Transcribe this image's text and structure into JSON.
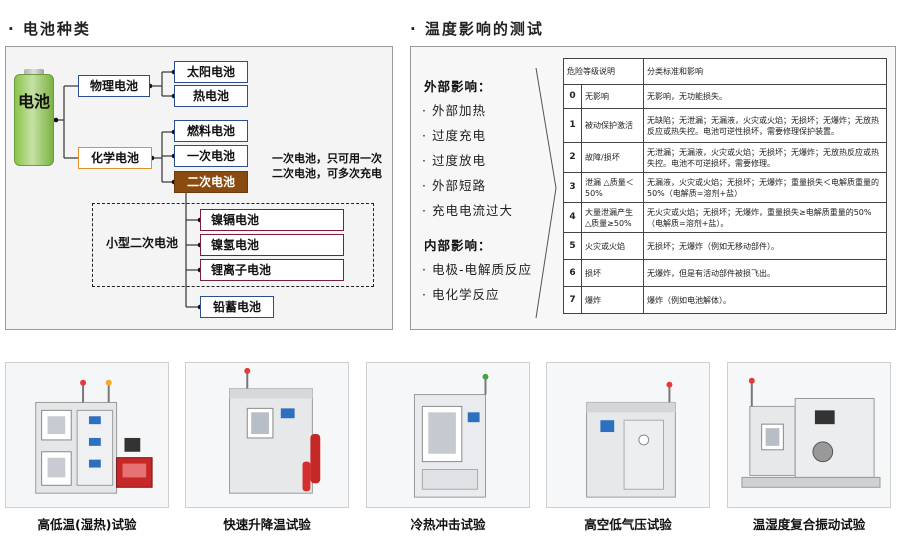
{
  "left_section": {
    "title": "· 电池种类",
    "battery_label": "电池",
    "physical": {
      "label": "物理电池",
      "children": [
        "太阳电池",
        "热电池"
      ]
    },
    "chemical": {
      "label": "化学电池",
      "children": [
        "燃料电池",
        "一次电池",
        "二次电池"
      ]
    },
    "notes": [
      "一次电池，只可用一次",
      "二次电池，可多次充电"
    ],
    "small_group_label": "小型二次电池",
    "small_items": [
      "镍镉电池",
      "镍氢电池",
      "锂离子电池"
    ],
    "lead_acid": "铅蓄电池"
  },
  "right_section": {
    "title": "· 温度影响的测试",
    "external_title": "外部影响：",
    "external_items": [
      "· 外部加热",
      "· 过度充电",
      "· 过度放电",
      "· 外部短路",
      "· 充电电流过大"
    ],
    "internal_title": "内部影响：",
    "internal_items": [
      "· 电极-电解质反应",
      "· 电化学反应"
    ],
    "table": {
      "headers": [
        "危险等级说明",
        "分类标准和影响"
      ],
      "rows": [
        {
          "level": "0",
          "name": "无影响",
          "desc": "无影响，无功能损失。"
        },
        {
          "level": "1",
          "name": "被动保护激活",
          "desc": "无缺陷；无泄漏；无漏液，火灾或火焰；无损坏；无爆炸；无放热反应或热失控。电池可逆性损坏，需要修理保护装置。"
        },
        {
          "level": "2",
          "name": "故障/损坏",
          "desc": "无泄漏；无漏液，火灾或火焰；无损坏；无爆炸；无放热反应或热失控。电池不可逆损坏，需要修理。"
        },
        {
          "level": "3",
          "name": "泄漏 △质量＜50%",
          "desc": "无漏液，火灾或火焰；无损坏；无爆炸；重量损失＜电解质重量的50%（电解质=溶剂+盐）"
        },
        {
          "level": "4",
          "name": "大量泄漏产生 △质量≥50%",
          "desc": "无火灾或火焰；无损坏；无爆炸，重量损失≥电解质重量的50%（电解质=溶剂+盐）。"
        },
        {
          "level": "5",
          "name": "火灾或火焰",
          "desc": "无损坏；无爆炸（例如无移动部件）。"
        },
        {
          "level": "6",
          "name": "损坏",
          "desc": "无爆炸，但是有活动部件被损飞出。"
        },
        {
          "level": "7",
          "name": "爆炸",
          "desc": "爆炸（例如电池解体）。"
        }
      ]
    }
  },
  "tests": [
    {
      "caption": "高低温(湿热)试验",
      "icon": "climate-chamber-dual-icon"
    },
    {
      "caption": "快速升降温试验",
      "icon": "rapid-temp-chamber-icon"
    },
    {
      "caption": "冷热冲击试验",
      "icon": "thermal-shock-chamber-icon"
    },
    {
      "caption": "高空低气压试验",
      "icon": "altitude-chamber-icon"
    },
    {
      "caption": "温湿度复合振动试验",
      "icon": "vibration-chamber-icon"
    }
  ],
  "colors": {
    "blue_border": "#2b4d8c",
    "orange_border": "#e0902c",
    "selected_fill": "#8a4b10",
    "small_item_border": "#7a1e3a",
    "battery_green": "#8bc34a"
  }
}
